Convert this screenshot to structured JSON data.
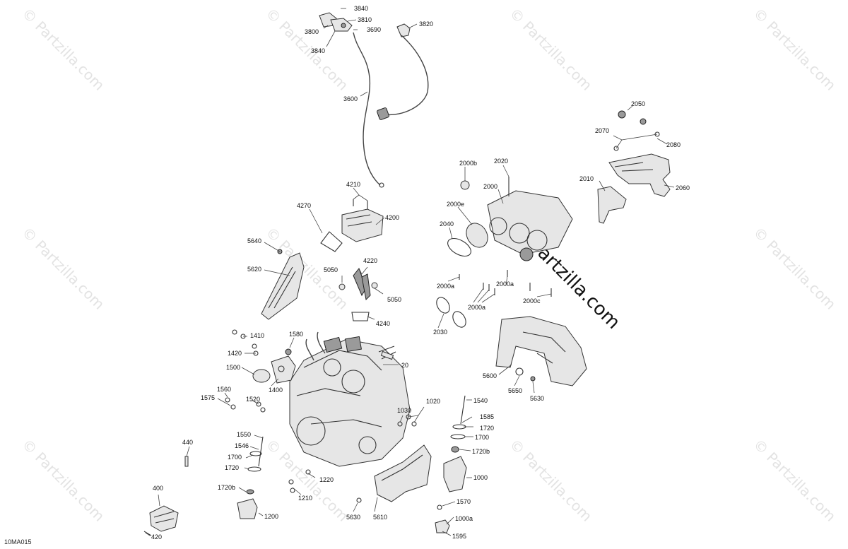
{
  "diagram": {
    "code": "10MA015",
    "watermark": "© Partzilla.com",
    "callouts": {
      "c3840a": "3840",
      "c3810": "3810",
      "c3690": "3690",
      "c3820": "3820",
      "c3800": "3800",
      "c3840b": "3840",
      "c3600": "3600",
      "c2050": "2050",
      "c2070": "2070",
      "c2080": "2080",
      "c2010": "2010",
      "c2060": "2060",
      "c2000b": "2000b",
      "c2020": "2020",
      "c2000": "2000",
      "c2000e": "2000e",
      "c2040": "2040",
      "c4210": "4210",
      "c4270": "4270",
      "c4200": "4200",
      "c5640": "5640",
      "c5620": "5620",
      "c5050a": "5050",
      "c4220": "4220",
      "c5050b": "5050",
      "c4240": "4240",
      "c2000a1": "2000a",
      "c2000a2": "2000a",
      "c2000a3": "2000a",
      "c2000c": "2000c",
      "c2030": "2030",
      "c1410": "1410",
      "c1580": "1580",
      "c1420": "1420",
      "c1500": "1500",
      "c1400": "1400",
      "c20": "20",
      "c1560": "1560",
      "c1575": "1575",
      "c1520": "1520",
      "c5600": "5600",
      "c5650": "5650",
      "c5630a": "5630",
      "c1020": "1020",
      "c1030": "1030",
      "c1540": "1540",
      "c1585": "1585",
      "c1720a": "1720",
      "c1700a": "1700",
      "c1720b1": "1720b",
      "c1000": "1000",
      "c1550": "1550",
      "c1546": "1546",
      "c1700b": "1700",
      "c1720b": "1720",
      "c1720b2": "1720b",
      "c440": "440",
      "c400": "400",
      "c1220": "1220",
      "c1210": "1210",
      "c1200": "1200",
      "c5630b": "5630",
      "c5610": "5610",
      "c1570": "1570",
      "c1000a": "1000a",
      "c1595": "1595",
      "c420": "420"
    }
  }
}
